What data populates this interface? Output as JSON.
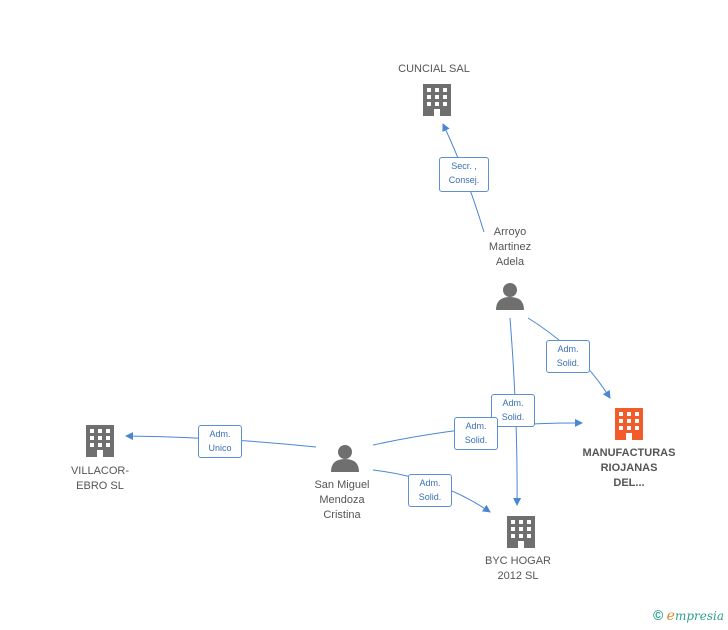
{
  "colors": {
    "edge": "#4a86d4",
    "icon": "#6f6f6f",
    "highlight_icon": "#f25c2a"
  },
  "nodes": {
    "cuncial": {
      "label": "CUNCIAL SAL",
      "icon": "building-icon"
    },
    "arroyo": {
      "label": "Arroyo\nMartinez\nAdela",
      "icon": "person-icon"
    },
    "manufacturas": {
      "label": "MANUFACTURAS\nRIOJANAS\nDEL...",
      "icon": "building-icon"
    },
    "villacor": {
      "label": "VILLACOR-\nEBRO SL",
      "icon": "building-icon"
    },
    "sanmiguel": {
      "label": "San Miguel\nMendoza\nCristina",
      "icon": "person-icon"
    },
    "bychogar": {
      "label": "BYC HOGAR\n2012 SL",
      "icon": "building-icon"
    }
  },
  "edges": {
    "arroyo_cuncial": "Secr. ,\nConsej.",
    "arroyo_manufacturas": "Adm.\nSolid.",
    "arroyo_bychogar": "Adm.\nSolid.",
    "sanmiguel_villacor": "Adm.\nUnico",
    "sanmiguel_manufacturas": "Adm.\nSolid.",
    "sanmiguel_bychogar": "Adm.\nSolid."
  },
  "watermark": {
    "copyright": "©",
    "brand_initial": "e",
    "brand_rest": "mpresia"
  }
}
